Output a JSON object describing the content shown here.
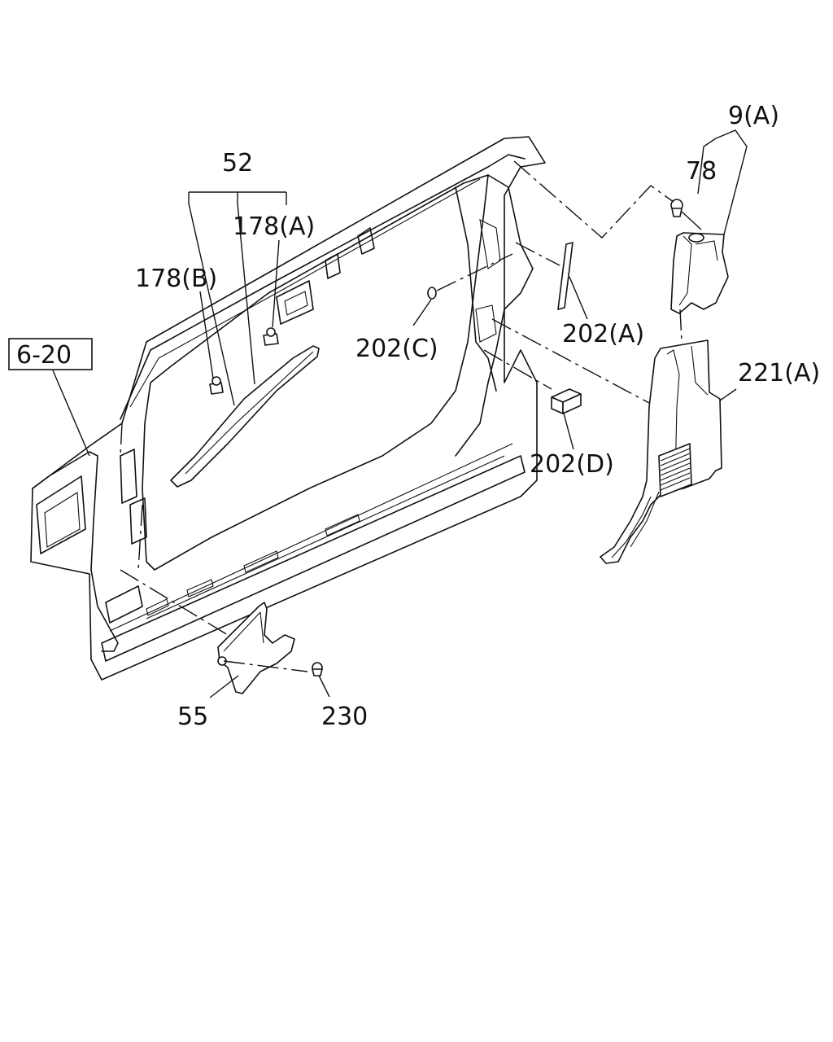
{
  "labels": {
    "ref_6_20": "6-20",
    "p52": "52",
    "p178a": "178(A)",
    "p178b": "178(B)",
    "p9a": "9(A)",
    "p78": "78",
    "p202c": "202(C)",
    "p202a": "202(A)",
    "p221a": "221(A)",
    "p202d": "202(D)",
    "p55": "55",
    "p230": "230"
  }
}
